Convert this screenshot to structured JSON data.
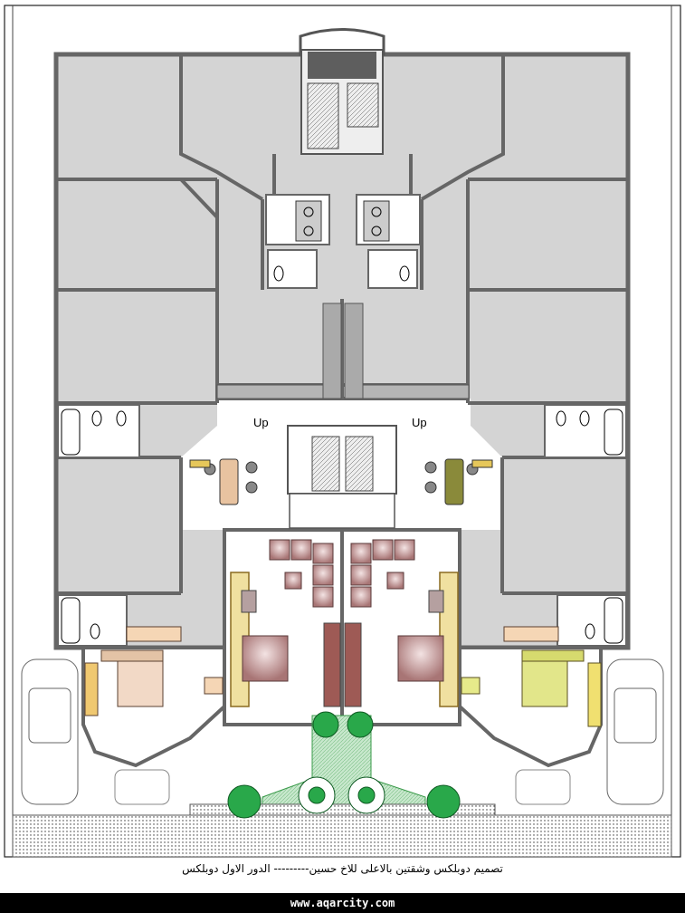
{
  "plan": {
    "up_left": "Up",
    "up_right": "Up"
  },
  "caption": "تصميم دوبلكس وشقتين بالاعلى للاخ حسين---------   الدور الاول دوبلكس",
  "footer": "www.aqarcity.com",
  "colors": {
    "room_fill": "#d4d4d4",
    "wall": "#707070",
    "sofa": "#b58a8a",
    "bed_left": "#f2d9c6",
    "bed_right": "#e2e68a",
    "desk_left": "#e8c3a0",
    "desk_right": "#8a8a3a",
    "plant": "#29a84a",
    "garden": "#bfe3c4"
  }
}
